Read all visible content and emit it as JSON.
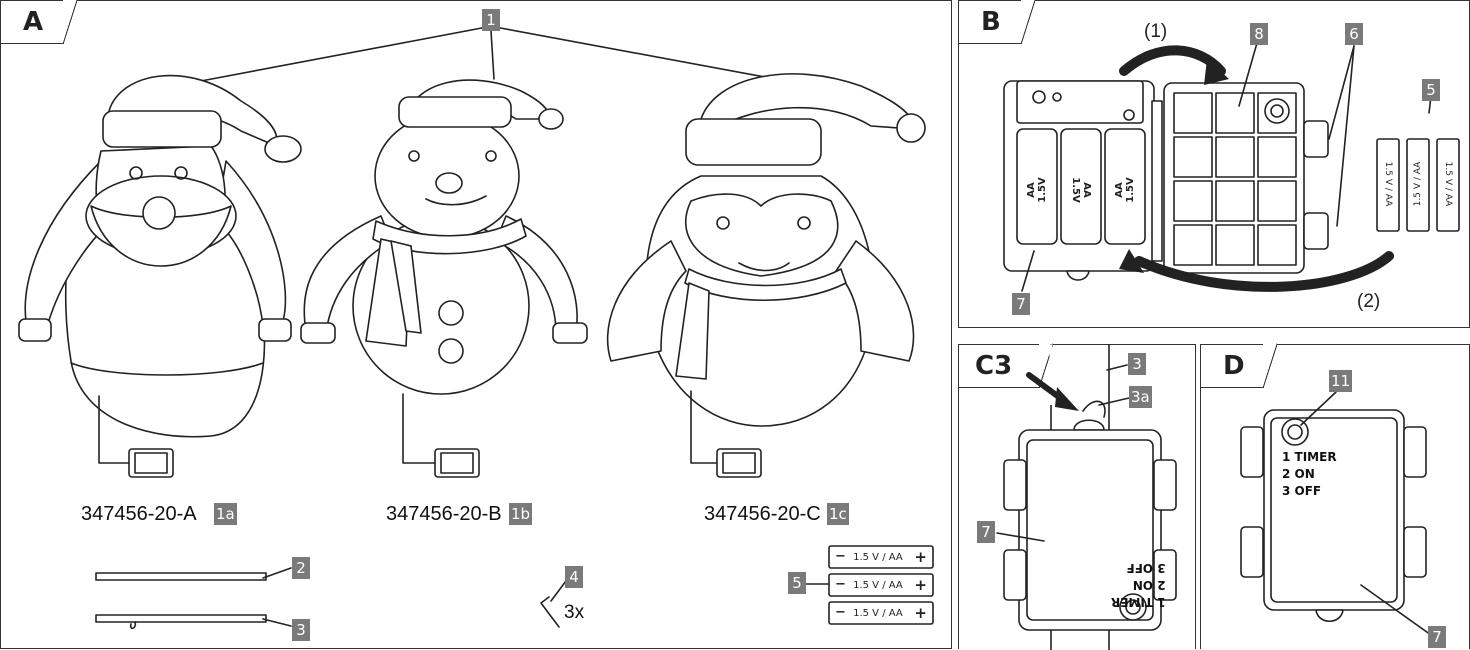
{
  "panels": {
    "a": {
      "label": "A"
    },
    "b": {
      "label": "B"
    },
    "c3": {
      "label": "C3"
    },
    "d": {
      "label": "D"
    }
  },
  "callouts": {
    "item_1": "1",
    "item_1a": "1a",
    "item_1b": "1b",
    "item_1c": "1c",
    "item_2": "2",
    "item_3": "3",
    "item_4": "4",
    "item_5": "5",
    "item_6": "6",
    "item_7": "7",
    "item_8": "8",
    "item_3a": "3a",
    "item_11": "11"
  },
  "models": {
    "santa": "347456-20-A",
    "snowman": "347456-20-B",
    "penguin": "347456-20-C"
  },
  "parts": {
    "stake_count": "3x",
    "battery_label": "1.5 V / AA",
    "cell_label": "AA 1.5V"
  },
  "panel_b": {
    "step_1": "(1)",
    "step_2": "(2)"
  },
  "switch_modes": [
    "1 TIMER",
    "2 ON",
    "3 OFF"
  ]
}
